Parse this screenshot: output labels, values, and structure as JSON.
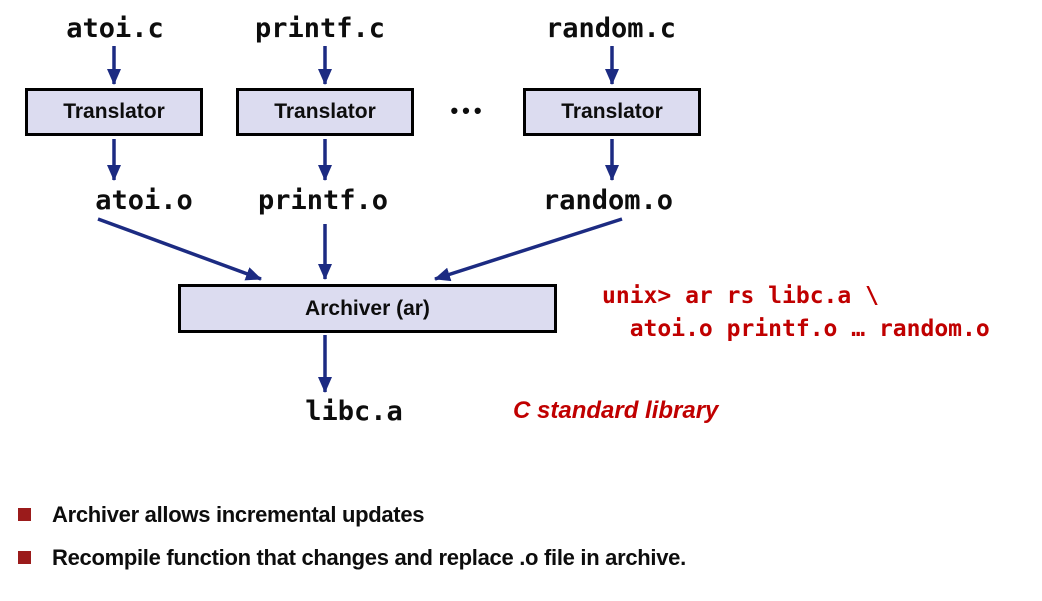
{
  "diagram": {
    "source_files": [
      "atoi.c",
      "printf.c",
      "random.c"
    ],
    "translator_label": "Translator",
    "ellipsis": "•••",
    "object_files": [
      "atoi.o",
      "printf.o",
      "random.o"
    ],
    "archiver_label": "Archiver (ar)",
    "output_file": "libc.a",
    "caption": "C standard library",
    "shell_command": "unix> ar rs libc.a \\\n  atoi.o printf.o … random.o"
  },
  "bullets": [
    "Archiver allows incremental updates",
    "Recompile function that changes and replace .o file in archive."
  ],
  "colors": {
    "arrow": "#1c2b82",
    "box_fill": "#dcdcf0",
    "box_border": "#000000",
    "code_red": "#c00000",
    "bullet_red": "#9b1b1b",
    "text": "#0d0d0d"
  }
}
